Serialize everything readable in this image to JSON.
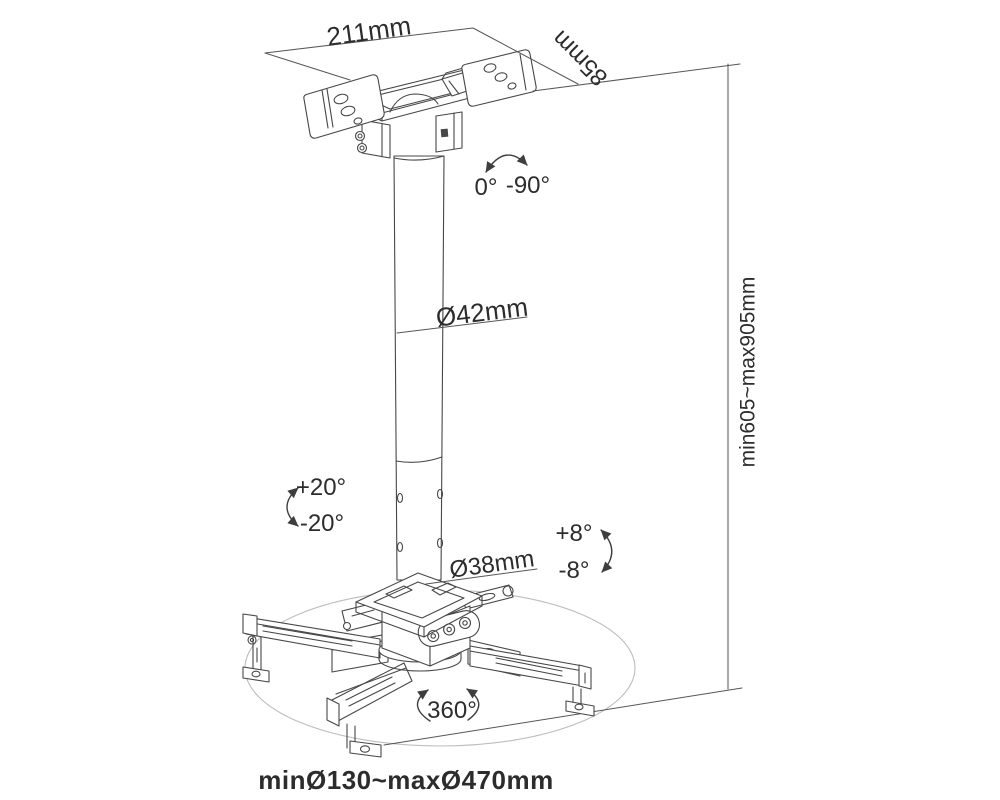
{
  "title": "Projector ceiling mount dimensional line drawing",
  "background": "#ffffff",
  "colors": {
    "line": "#474747",
    "dimension_line": "#565656",
    "text": "#2c2c2c",
    "swivel_ellipse": "#bdbdbd"
  },
  "dimensions": {
    "plate_width": "211mm",
    "plate_depth": "85mm",
    "upper_pole_diameter": "Ø42mm",
    "lower_pole_diameter": "Ø38mm",
    "height_range": "min605~max905mm",
    "arm_spread_range": "minØ130~maxØ470mm"
  },
  "angles": {
    "pole_swivel_from": "0°",
    "pole_swivel_to": "-90°",
    "side_tilt_up": "+20°",
    "side_tilt_down": "-20°",
    "front_tilt_up": "+8°",
    "front_tilt_down": "-8°",
    "base_rotation": "360°"
  }
}
